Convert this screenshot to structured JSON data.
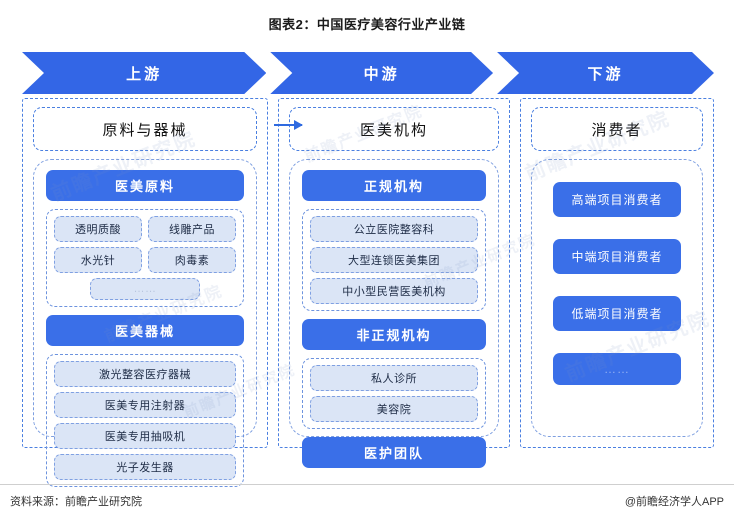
{
  "title": "图表2：中国医疗美容行业产业链",
  "stages": [
    {
      "label": "上游"
    },
    {
      "label": "中游"
    },
    {
      "label": "下游"
    }
  ],
  "columns": [
    {
      "head": "原料与器械",
      "groups": [
        {
          "title": "医美原料",
          "layout": "grid2",
          "items": [
            "透明质酸",
            "线雕产品",
            "水光针",
            "肉毒素",
            "……"
          ]
        },
        {
          "title": "医美器械",
          "layout": "list",
          "items": [
            "激光整容医疗器械",
            "医美专用注射器",
            "医美专用抽吸机",
            "光子发生器"
          ]
        }
      ]
    },
    {
      "head": "医美机构",
      "groups": [
        {
          "title": "正规机构",
          "layout": "list",
          "items": [
            "公立医院整容科",
            "大型连锁医美集团",
            "中小型民营医美机构"
          ]
        },
        {
          "title": "非正规机构",
          "layout": "list",
          "items": [
            "私人诊所",
            "美容院"
          ]
        },
        {
          "title": "医护团队",
          "layout": "none",
          "items": []
        }
      ]
    },
    {
      "head": "消费者",
      "consumers": [
        "高端项目消费者",
        "中端项目消费者",
        "低端项目消费者",
        "……"
      ]
    }
  ],
  "footer": {
    "source": "资料来源：前瞻产业研究院",
    "credit": "@前瞻经济学人APP"
  },
  "watermark": "前瞻产业研究院",
  "colors": {
    "chevron_blue": "#3366e6",
    "group_blue": "#3a6fe8",
    "item_fill": "#dbe5f6",
    "dashed_border": "#4a7fe0"
  }
}
